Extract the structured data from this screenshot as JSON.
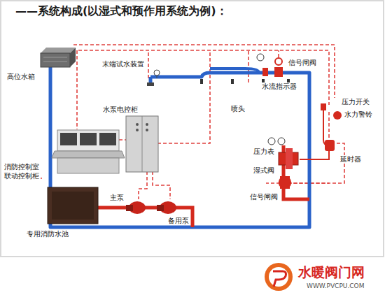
{
  "diagram": {
    "title": "——系统构成(以湿式和预作用系统为例)：",
    "labels": [
      "高位水箱",
      "末端试水装置",
      "信号闸阀",
      "水流指示器",
      "喷头",
      "压力开关",
      "水力警铃",
      "压力表",
      "湿式阀",
      "延时器",
      "水泵电控柜",
      "消防控制室",
      "联动控制柜",
      "信号闸阀",
      "主泵",
      "备用泵",
      "专用消防水池",
      "水暖阀门网",
      "WWW.PVCPU.COM"
    ]
  }
}
